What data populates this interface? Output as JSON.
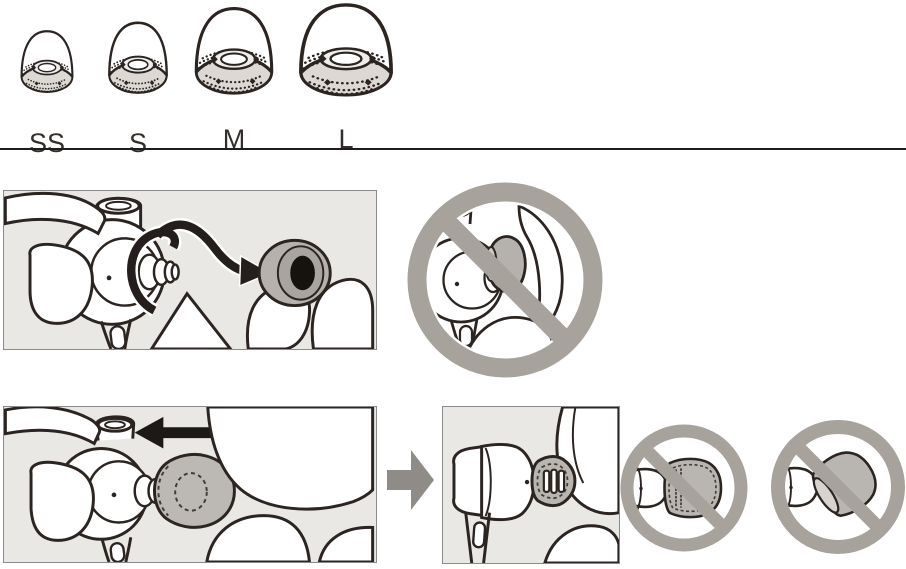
{
  "page": {
    "title": "ear-tip-replacement-instructions",
    "background_color": "#ffffff"
  },
  "size_chart": {
    "sizes": [
      {
        "label": "SS"
      },
      {
        "label": "S"
      },
      {
        "label": "M"
      },
      {
        "label": "L"
      }
    ]
  },
  "sections": {
    "remove": {
      "step_icon": "earbud-twist-and-pull-ear-tip-off",
      "prohibited_icon": "do-not-pull-ear-tip-straight-off"
    },
    "attach": {
      "step_icon": "push-ear-tip-onto-earbud-nozzle",
      "arrow_icon": "right-block-arrow",
      "result_icon": "ear-tip-fully-attached",
      "prohibited_icons": [
        "do-not-leave-ear-tip-partially-attached",
        "do-not-attach-ear-tip-crooked"
      ]
    }
  },
  "colors": {
    "panel_background": "#e9e8e5",
    "panel_border": "#8a8a8a",
    "illustration_line": "#2b2421",
    "ear_tip_gray": "#b9b5b0",
    "ear_tip_base_gray": "#dcd9d5",
    "prohibition_gray": "#a7a29c",
    "block_arrow_gray": "#8f8c88",
    "divider": "#1f1d1b"
  }
}
